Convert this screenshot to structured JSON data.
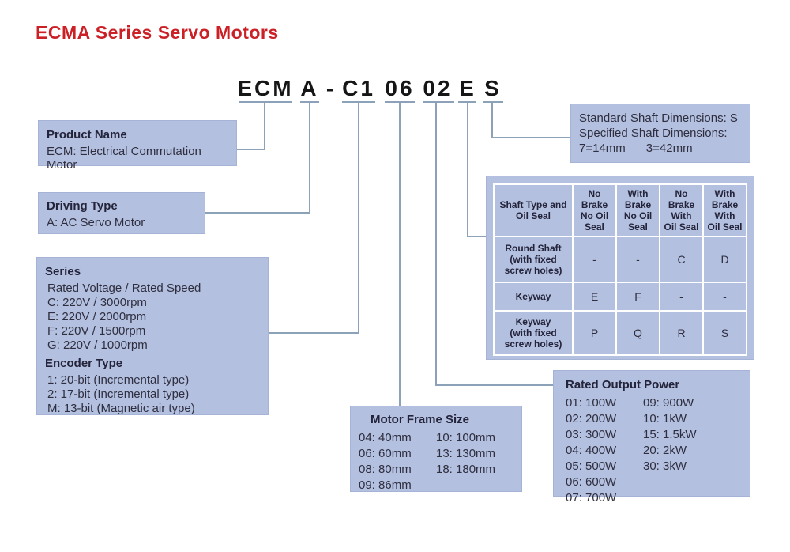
{
  "title": "ECMA Series Servo Motors",
  "colors": {
    "accent_red": "#cb2026",
    "box_fill": "#b3c0e0",
    "connector": "#8ca2b8"
  },
  "model": {
    "segments": [
      "ECM",
      "A",
      "-",
      "C1",
      "06",
      "02",
      "E",
      "S"
    ]
  },
  "product_name": {
    "heading": "Product Name",
    "line1": "ECM: Electrical Commutation Motor"
  },
  "driving_type": {
    "heading": "Driving Type",
    "line1": "A: AC Servo Motor"
  },
  "series": {
    "heading": "Series",
    "subheading": "Rated Voltage / Rated Speed",
    "options": [
      "C: 220V / 3000rpm",
      "E: 220V / 2000rpm",
      "F: 220V / 1500rpm",
      "G: 220V / 1000rpm"
    ],
    "encoder_heading": "Encoder Type",
    "encoder_options": [
      "1: 20-bit (Incremental type)",
      "2: 17-bit (Incremental type)",
      "M: 13-bit (Magnetic air type)"
    ]
  },
  "motor_frame_size": {
    "heading": "Motor Frame Size",
    "col1": [
      "04: 40mm",
      "06: 60mm",
      "08: 80mm",
      "09: 86mm"
    ],
    "col2": [
      "10: 100mm",
      "13: 130mm",
      "18: 180mm"
    ]
  },
  "rated_output_power": {
    "heading": "Rated Output Power",
    "col1": [
      "01: 100W",
      "02: 200W",
      "03: 300W",
      "04: 400W",
      "05: 500W",
      "06: 600W",
      "07: 700W"
    ],
    "col2": [
      "09: 900W",
      "10: 1kW",
      "15: 1.5kW",
      "20: 2kW",
      "30: 3kW"
    ]
  },
  "shaft_dimensions": {
    "line1": "Standard Shaft Dimensions: S",
    "line2": "Specified Shaft Dimensions:",
    "line3a": "7=14mm",
    "line3b": "3=42mm"
  },
  "shaft_table": {
    "headers": [
      "Shaft Type and\nOil Seal",
      "No\nBrake\nNo Oil\nSeal",
      "With\nBrake\nNo Oil\nSeal",
      "No\nBrake\nWith\nOil Seal",
      "With\nBrake\nWith\nOil Seal"
    ],
    "rows": [
      {
        "label": "Round Shaft\n(with fixed\nscrew holes)",
        "values": [
          "-",
          "-",
          "C",
          "D"
        ]
      },
      {
        "label": "Keyway",
        "values": [
          "E",
          "F",
          "-",
          "-"
        ]
      },
      {
        "label": "Keyway\n(with fixed\nscrew holes)",
        "values": [
          "P",
          "Q",
          "R",
          "S"
        ]
      }
    ]
  }
}
